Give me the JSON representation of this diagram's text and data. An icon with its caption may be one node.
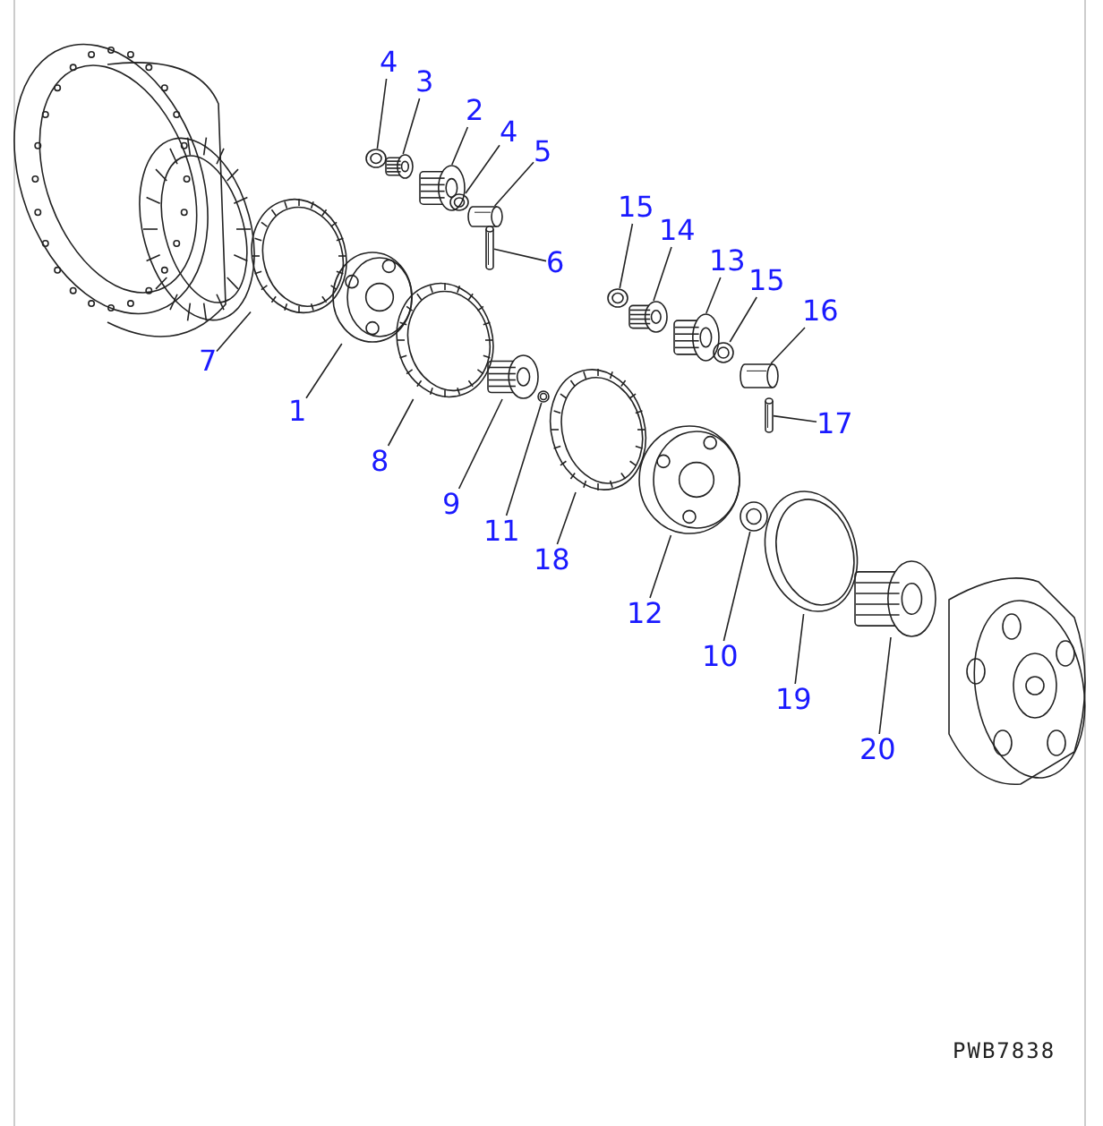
{
  "diagram": {
    "nodes": [
      {
        "text": [
          "4"
        ]
      },
      {
        "text": [
          "3"
        ]
      },
      {
        "text": [
          "2"
        ]
      },
      {
        "text": [
          "4"
        ]
      },
      {
        "text": [
          "5"
        ]
      },
      {
        "text": [
          "15"
        ]
      },
      {
        "text": [
          "14"
        ]
      },
      {
        "text": [
          "13"
        ]
      },
      {
        "text": [
          "6"
        ]
      },
      {
        "text": [
          "15"
        ]
      },
      {
        "text": [
          "16"
        ]
      },
      {
        "text": [
          "7"
        ]
      },
      {
        "text": [
          "1"
        ]
      },
      {
        "text": [
          "17"
        ]
      },
      {
        "text": [
          "8"
        ]
      },
      {
        "text": [
          "9"
        ]
      },
      {
        "text": [
          "11"
        ]
      },
      {
        "text": [
          "18"
        ]
      },
      {
        "text": [
          "12"
        ]
      },
      {
        "text": [
          "10"
        ]
      },
      {
        "text": [
          "19"
        ]
      },
      {
        "text": [
          "20"
        ]
      },
      {
        "text": [],
        "shape": "picture"
      },
      {
        "text": [],
        "shape": "picture"
      },
      {
        "text": [],
        "shape": "picture"
      },
      {
        "text": [],
        "shape": "picture"
      },
      {
        "text": [],
        "shape": "picture"
      },
      {
        "text": [],
        "shape": "picture"
      },
      {
        "text": [],
        "shape": "picture"
      },
      {
        "text": [],
        "shape": "cylinder"
      },
      {
        "text": [],
        "shape": "cylinder"
      },
      {
        "text": [],
        "shape": "picture"
      },
      {
        "text": [],
        "shape": "picture"
      },
      {
        "text": [],
        "shape": "picture"
      },
      {
        "text": [],
        "shape": "picture"
      },
      {
        "text": [],
        "shape": "picture"
      },
      {
        "text": [],
        "shape": "picture"
      },
      {
        "text": [],
        "shape": "picture"
      },
      {
        "text": [],
        "shape": "picture"
      },
      {
        "text": [],
        "shape": "picture"
      },
      {
        "text": [],
        "shape": "cylinder"
      },
      {
        "text": [],
        "shape": "cylinder"
      },
      {
        "text": [],
        "shape": "picture"
      },
      {
        "text": [],
        "shape": "picture"
      }
    ],
    "edges": [
      {
        "from": 0,
        "to": 24,
        "arrow": "none"
      },
      {
        "from": 1,
        "to": 25,
        "arrow": "none"
      },
      {
        "from": 2,
        "to": 26,
        "arrow": "none"
      },
      {
        "from": 3,
        "to": 28,
        "arrow": "none"
      },
      {
        "from": 4,
        "to": 29,
        "arrow": "none"
      },
      {
        "from": 5,
        "to": 34,
        "arrow": "none"
      },
      {
        "from": 6,
        "to": 35,
        "arrow": "none"
      },
      {
        "from": 7,
        "to": 36,
        "arrow": "none"
      },
      {
        "from": 8,
        "to": 30,
        "arrow": "none"
      },
      {
        "from": 9,
        "to": 38,
        "arrow": "none"
      },
      {
        "from": 10,
        "to": 40,
        "arrow": "none"
      },
      {
        "from": 11,
        "to": 22,
        "arrow": "none"
      },
      {
        "from": 12,
        "to": 23,
        "arrow": "none"
      },
      {
        "from": 13,
        "to": 41,
        "arrow": "none"
      },
      {
        "from": 14,
        "to": 27,
        "arrow": "none"
      },
      {
        "from": 15,
        "to": 31,
        "arrow": "none"
      },
      {
        "from": 16,
        "to": 32,
        "arrow": "none"
      },
      {
        "from": 17,
        "to": 33,
        "arrow": "none"
      },
      {
        "from": 18,
        "to": 37,
        "arrow": "none"
      },
      {
        "from": 19,
        "to": 39,
        "arrow": "none"
      },
      {
        "from": 20,
        "to": 42,
        "arrow": "none"
      },
      {
        "from": 21,
        "to": 43,
        "arrow": "none"
      }
    ],
    "labels": [
      "PWB7838"
    ]
  }
}
